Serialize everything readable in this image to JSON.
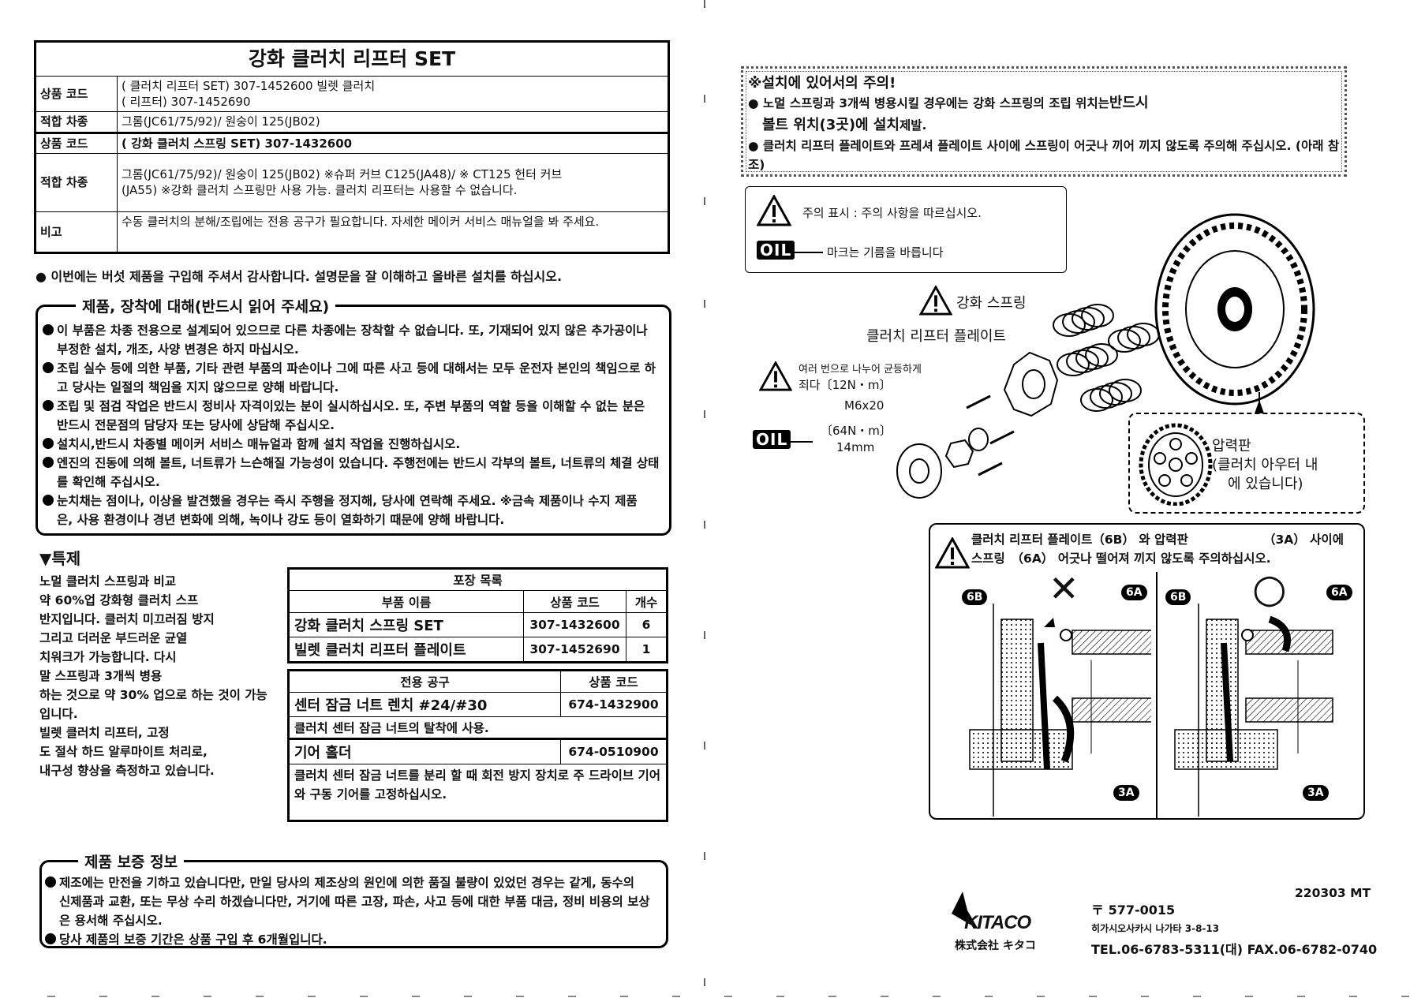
{
  "spec": {
    "title": "강화 클러치 리프터 SET",
    "rows": [
      {
        "label": "상품 코드",
        "value1": "클러치 리프터 SET) 307-1452600 빌렛 클러치",
        "value2": "리프터) 307-1452690"
      },
      {
        "label": "적합 차종",
        "value": "그롬(JC61/75/92)/ 원숭이 125(JB02)"
      },
      {
        "label": "상품 코드",
        "value": "강화 클러치 스프링 SET) 307-1432600"
      },
      {
        "label": "적합 차종",
        "value1": "그롬(JC61/75/92)/ 원숭이 125(JB02) ※슈퍼 커브 C125(JA48)/ ※ CT125 헌터 커브",
        "value2": "(JA55) ※강화 클러치 스프링만 사용 가능. 클러치 리프터는 사용할 수 없습니다."
      },
      {
        "label": "비고",
        "value": "수동 클러치의 분해/조립에는 전용 공구가 필요합니다. 자세한 메이커 서비스 매뉴얼을 봐 주세요."
      }
    ]
  },
  "thanks": "● 이번에는 버섯 제품을 구입해 주셔서 감사합니다. 설명문을 잘 이해하고 올바른 설치를 하십시오.",
  "product_section": {
    "title": "제품, 장착에 대해(반드시 읽어 주세요)",
    "items": [
      [
        "이 부품은 차종 전용으로 설계되어 있으므로 다른 차종에는 장착할 수 없습니다. 또, 기재되어 있지 않은 추가공이나",
        "부정한 설치, 개조, 사양 변경은 하지 마십시오."
      ],
      [
        "조립 실수 등에 의한 부품, 기타 관련 부품의 파손이나 그에 따른 사고 등에 대해서는 모두 운전자 본인의 책임으로 하",
        "고 당사는 일절의 책임을 지지 않으므로 양해 바랍니다."
      ],
      [
        "조립 및 점검 작업은 반드시 정비사 자격이있는 분이 실시하십시오. 또, 주변 부품의 역할 등을 이해할 수 없는 분은",
        "반드시 전문점의 담당자 또는 당사에 상담해 주십시오."
      ],
      [
        "설치시,반드시 차종별 메이커 서비스 매뉴얼과 함께 설치 작업을 진행하십시오."
      ],
      [
        "엔진의 진동에 의해 볼트, 너트류가 느슨해질 가능성이 있습니다. 주행전에는 반드시 각부의 볼트, 너트류의 체결 상태",
        "를 확인해 주십시오."
      ],
      [
        "눈치채는 점이나, 이상을 발견했을 경우는 즉시 주행을 정지해, 당사에 연락해 주세요. ※금속 제품이나 수지 제품",
        "은, 사용 환경이나 경년 변화에 의해, 녹이나 강도 등이 열화하기 때문에 양해 바랍니다."
      ]
    ]
  },
  "features": {
    "title": "▼특제",
    "lines": [
      "노멀 클러치 스프링과 비교",
      "약 60%업 강화형 클러치 스프",
      "반지입니다. 클러치 미끄러짐 방지",
      "그리고 더러운 부드러운 균열",
      "치워크가 가능합니다. 다시",
      "말 스프링과 3개씩 병용",
      "하는 것으로 약 30% 업으로 하는 것이 가능",
      "입니다.",
      "빌렛 클러치 리프터, 고정",
      "도 절삭 하드 알루마이트 처리로,",
      "내구성 향상을 측정하고 있습니다."
    ]
  },
  "packing": {
    "title": "포장 목록",
    "headers": [
      "부품 이름",
      "상품 코드",
      "개수"
    ],
    "rows": [
      [
        "강화 클러치 스프링 SET",
        "307-1432600",
        "6"
      ],
      [
        "빌렛 클러치 리프터 플레이트",
        "307-1452690",
        "1"
      ]
    ]
  },
  "tools": {
    "headers": [
      "전용 공구",
      "상품 코드"
    ],
    "items": [
      {
        "name": "센터 잠금 너트 렌치 #24/#30",
        "code": "674-1432900",
        "desc": [
          "클러치 센터 잠금 너트의 탈착에 사용."
        ]
      },
      {
        "name": "기어 홀더",
        "code": "674-0510900",
        "desc": [
          "클러치 센터 잠금 너트를 분리 할 때 회전 방지 장치로 주 드라이브 기어",
          "와 구동 기어를 고정하십시오."
        ]
      }
    ]
  },
  "warranty": {
    "title": "제품 보증 정보",
    "items": [
      [
        "제조에는 만전을 기하고 있습니다만, 만일 당사의 제조상의 원인에 의한 품질 불량이 있었던 경우는 같게, 동수의",
        "신제품과 교환, 또는 무상 수리 하겠습니다만, 거기에 따른 고장, 파손, 사고 등에 대한 부품 대금, 정비 비용의 보상",
        "은 용서해 주십시오."
      ],
      [
        "당사 제품의 보증 기간은 상품 구입 후 6개월입니다."
      ]
    ]
  },
  "install_caution": {
    "title": "※설치에 있어서의 주의!",
    "line1a": "● 노멀 스프링과 3개씩 병용시킬 경우에는 강화 스프링의 조립 위치는",
    "line1b": "반드시",
    "line2a": "볼트 위치(3곳)에 설치",
    "line2b": "제발.",
    "line3": "● 클러치 리프터 플레이트와 프레셔 플레이트 사이에 스프링이 어긋나 끼어 끼지 않도록 주의해 주십시오. (아래 참",
    "line4": "조)"
  },
  "legend": {
    "warn": "주의 표시 : 주의 사항을 따르십시오.",
    "oil_label": "OIL",
    "oil": "마크는 기름을 바릅니다"
  },
  "diagram": {
    "spring": "강화 스프링",
    "lifter_plate": "클러치 리프터 플레이트",
    "torque_note": "여러 번으로 나누어 균등하게",
    "torque1": "죄다〔12N・m〕",
    "bolt": "M6x20",
    "torque2": "〔64N・m〕",
    "nut": "14mm",
    "pressure_plate": "압력판",
    "pressure_note1": "(클러치 아우터 내",
    "pressure_note2": "에 있습니다)"
  },
  "detail": {
    "caption_a": "클러치 리프터 플레이트（6B） 와 압력판",
    "caption_b": "（3A） 사이에",
    "caption_c": "스프링　（6A） 어긋나 떨어져 끼지 않도록 주의하십시오.",
    "wrong": "✕",
    "right": "○",
    "c6b": "6B",
    "c6a": "6A",
    "c3a": "3A"
  },
  "footer": {
    "doc_code": "220303 MT",
    "brand": "KITACO",
    "brand_jp": "株式会社 キタコ",
    "postal": "〒 577-0015",
    "address": "히가시오사카시 나가타 3-8-13",
    "contact": "TEL.06-6783-5311(대) FAX.06-6782-0740"
  }
}
